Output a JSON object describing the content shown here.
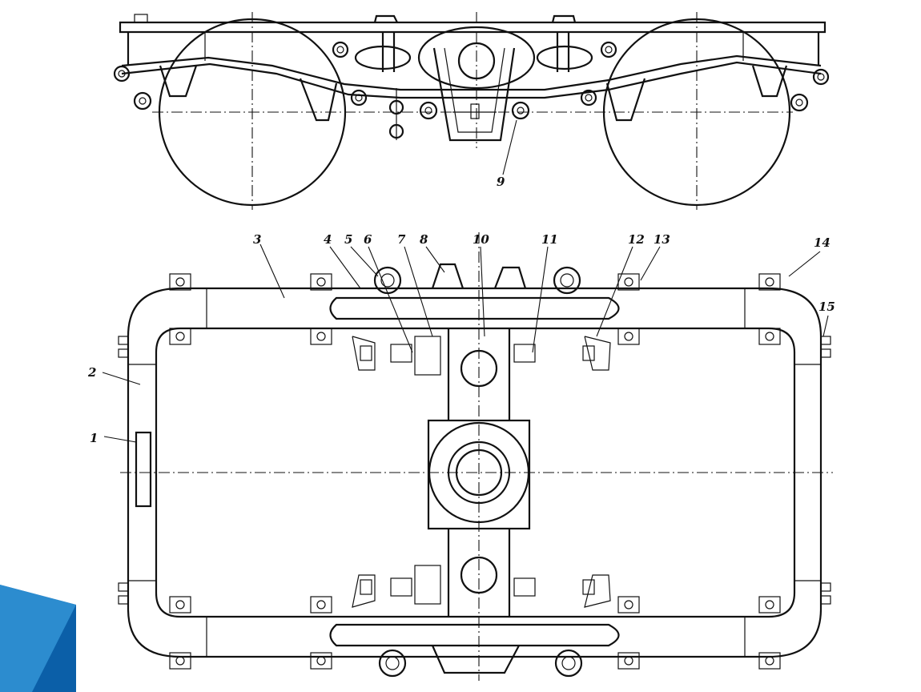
{
  "diagram": {
    "side_view": {
      "callouts": [
        {
          "id": "9",
          "text": "9"
        }
      ]
    },
    "top_view": {
      "callouts": [
        {
          "id": "1",
          "text": "1"
        },
        {
          "id": "2",
          "text": "2"
        },
        {
          "id": "3",
          "text": "3"
        },
        {
          "id": "4",
          "text": "4"
        },
        {
          "id": "5",
          "text": "5"
        },
        {
          "id": "6",
          "text": "6"
        },
        {
          "id": "7",
          "text": "7"
        },
        {
          "id": "8",
          "text": "8"
        },
        {
          "id": "10",
          "text": "10"
        },
        {
          "id": "11",
          "text": "11"
        },
        {
          "id": "12",
          "text": "12"
        },
        {
          "id": "13",
          "text": "13"
        },
        {
          "id": "14",
          "text": "14"
        },
        {
          "id": "15",
          "text": "15"
        }
      ]
    }
  },
  "colors": {
    "ink": "#111111",
    "background": "#ffffff",
    "corner_accent_dark": "#0b5fa8",
    "corner_accent_light": "#3aa0e0"
  }
}
